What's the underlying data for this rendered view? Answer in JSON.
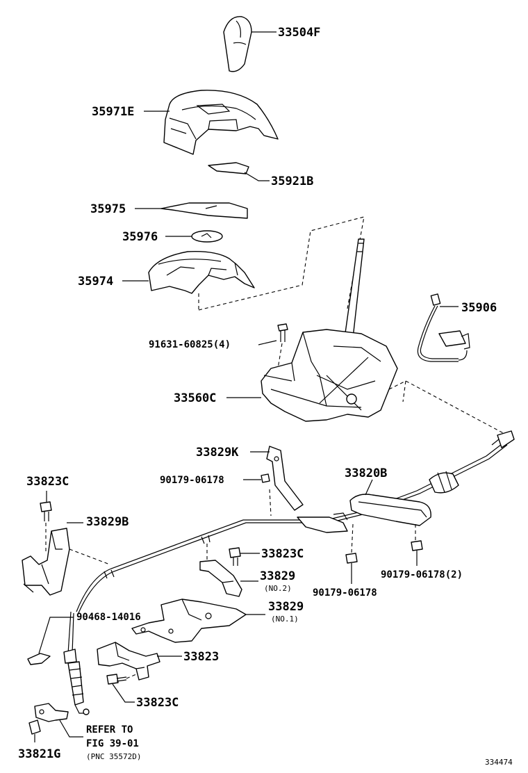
{
  "parts": {
    "knob": "33504F",
    "bezel_cover": "35971E",
    "plate_b": "35921B",
    "indicator_plate": "35975",
    "small_plate": "35976",
    "housing": "35974",
    "wire_harness": "35906",
    "bolt_6082": "91631-60825(4)",
    "shift_lever_assy": "33560C",
    "bracket_k": "33829K",
    "bolt_06178_a": "90179-06178",
    "cable": "33820B",
    "bolt_c_top": "33823C",
    "bracket_b": "33829B",
    "bolt_c_mid": "33823C",
    "bracket_no2": "33829",
    "no2_sub": "(NO.2)",
    "bolt_06178_b": "90179-06178",
    "bolt_06178_2": "90179-06178(2)",
    "clip": "90468-14016",
    "bracket_no1": "33829",
    "no1_sub": "(NO.1)",
    "bracket_33823": "33823",
    "bolt_c_bottom": "33823C",
    "grommet": "33821G",
    "refer_line1": "REFER TO",
    "refer_line2": "FIG 39-01",
    "refer_line3": "(PNC 35572D)",
    "figure_number": "334474"
  }
}
